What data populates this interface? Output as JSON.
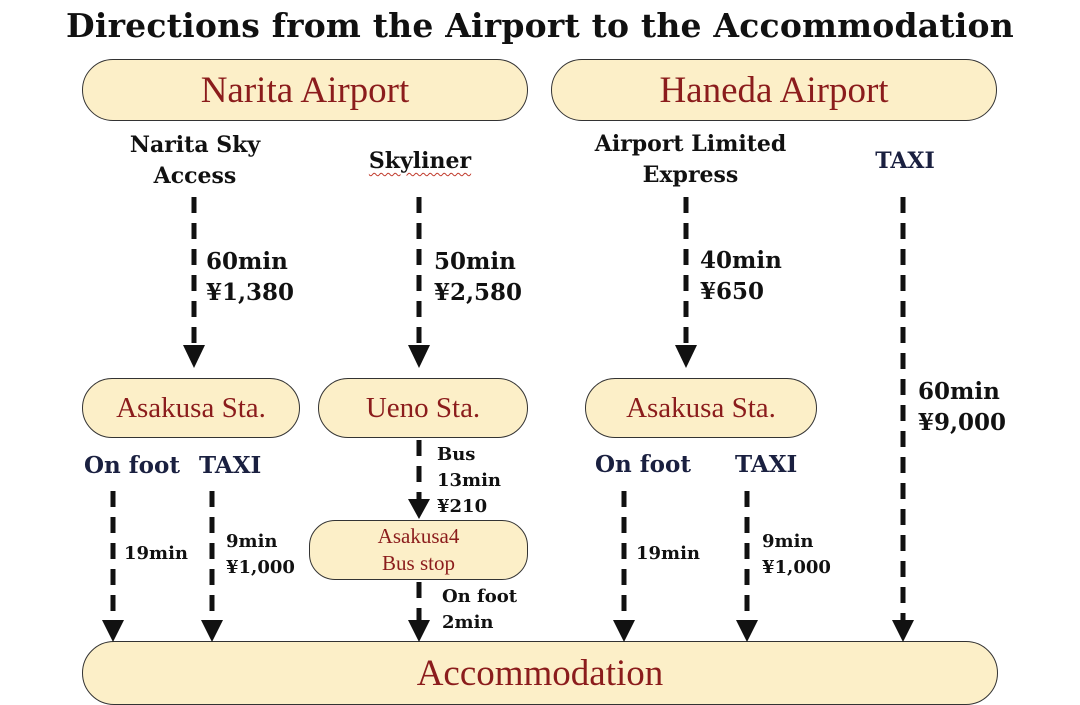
{
  "title": "Directions from the Airport to the Accommodation",
  "airports": {
    "narita": "Narita Airport",
    "haneda": "Haneda Airport"
  },
  "routes": {
    "narita_sky_access": {
      "name": "Narita Sky Access",
      "time": "60min",
      "price": "¥1,380"
    },
    "skyliner": {
      "name": "Skyliner",
      "time": "50min",
      "price": "¥2,580"
    },
    "airport_limited_express": {
      "name": "Airport Limited Express",
      "time": "40min",
      "price": "¥650"
    },
    "haneda_taxi": {
      "name": "TAXI",
      "time": "60min",
      "price": "¥9,000"
    }
  },
  "stations": {
    "asakusa_1": "Asakusa Sta.",
    "ueno": "Ueno Sta.",
    "asakusa_2": "Asakusa Sta."
  },
  "bus": {
    "label": "Bus",
    "time": "13min",
    "price": "¥210"
  },
  "bus_stop": {
    "line1": "Asakusa4",
    "line2": "Bus stop"
  },
  "asakusa_1_options": {
    "foot": {
      "label": "On foot",
      "time": "19min"
    },
    "taxi": {
      "label": "TAXI",
      "time": "9min",
      "price": "¥1,000"
    }
  },
  "bus_stop_walk": {
    "label": "On foot",
    "time": "2min"
  },
  "asakusa_2_options": {
    "foot": {
      "label": "On foot",
      "time": "19min"
    },
    "taxi": {
      "label": "TAXI",
      "time": "9min",
      "price": "¥1,000"
    }
  },
  "destination": "Accommodation"
}
